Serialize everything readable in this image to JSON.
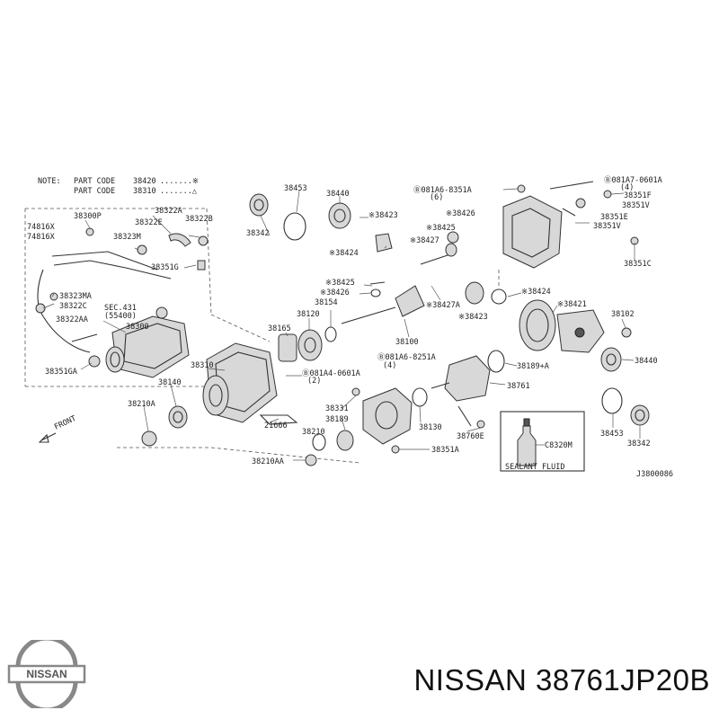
{
  "note": {
    "label": "NOTE:",
    "line1": {
      "text": "PART CODE",
      "code": "38420",
      "mark": ".......※"
    },
    "line2": {
      "text": "PART CODE",
      "code": "38310",
      "mark": ".......△"
    }
  },
  "labels": {
    "l38453a": "38453",
    "l38342a": "38342",
    "l38440a": "38440",
    "l38423": "※38423",
    "l38424": "※38424",
    "l081A6_8351A_top": "Ⓑ081A6-8351A",
    "l6": "(6)",
    "l38426a": "※38426",
    "l38425a": "※38425",
    "l38427": "※38427",
    "l081A7": "Ⓑ081A7-0601A",
    "l4a": "(4)",
    "l38351F": "38351F",
    "l38351V_a": "38351V",
    "l38351E": "38351E",
    "l38351V_b": "38351V",
    "l38351C": "38351C",
    "l74816X_a": "74816X",
    "l74816X_b": "74816X",
    "l38300P": "38300P",
    "l38322A": "38322A",
    "l38322E": "38322E",
    "l38322B": "38322B",
    "l38323M": "38323M",
    "l38351G": "38351G",
    "l38323MA": "38323MA",
    "l38322C": "38322C",
    "lSEC": "SEC.431",
    "lSEC2": "(55400)",
    "l38322AA": "38322AA",
    "l38300": "38300",
    "l38351GA": "38351GA",
    "l38425b": "※38425",
    "l38426b": "※38426",
    "l38154": "38154",
    "l38427A": "※38427A",
    "l38423b": "※38423",
    "l38424b": "※38424",
    "l38421": "※38421",
    "l38102": "38102",
    "l38120": "38120",
    "l38165": "38165",
    "l38100": "38100",
    "l081A6_8251A": "Ⓑ081A6-8251A",
    "l4b": "(4)",
    "l38189A": "38189+A",
    "l38440b": "38440",
    "l38310": "38310",
    "l081A4": "Ⓑ081A4-0601A",
    "l2": "(2)",
    "l38761": "38761",
    "l38140": "38140",
    "l38331": "38331",
    "l38189": "38189",
    "l38130": "38130",
    "l38453b": "38453",
    "l38342b": "38342",
    "l38210A": "38210A",
    "l21666": "21666",
    "l38210": "38210",
    "l38760E": "38760E",
    "l38351A": "38351A",
    "lC8320M": "C8320M",
    "lSealant": "SEALANT FLUID",
    "lFront": "FRONT",
    "l38210AA": "38210AA",
    "lCode": "J3800086"
  },
  "logo": {
    "text": "NISSAN"
  },
  "title": "NISSAN 38761JP20B",
  "colors": {
    "ink": "#222222",
    "background": "#ffffff",
    "part_fill": "#d8d8d8"
  }
}
